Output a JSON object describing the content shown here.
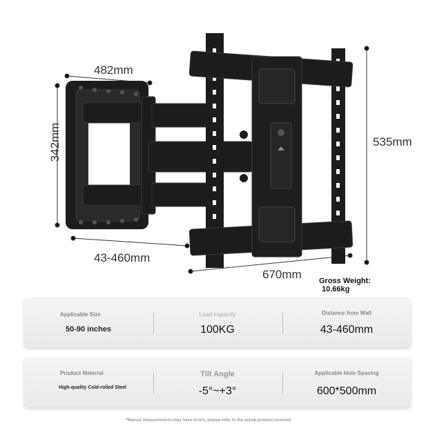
{
  "dimensions": {
    "width_top": "482mm",
    "height_left": "342mm",
    "height_right": "535mm",
    "extension": "43-460mm",
    "width_bottom": "670mm"
  },
  "gross_weight": {
    "label": "Gross Weight:",
    "value": "10.66kg"
  },
  "specs_row1": [
    {
      "label": "Applicable Size",
      "value": "50-90 inches"
    },
    {
      "label": "Load capacity",
      "value": "100KG"
    },
    {
      "label": "Distance from Wall",
      "value": "43-460mm"
    }
  ],
  "specs_row2": [
    {
      "label": "Product Material",
      "value": "High-quality Cold-rolled Steel"
    },
    {
      "label": "Tilt Angle",
      "value": "-5°~+3°"
    },
    {
      "label": "Applicable Hole Spacing",
      "value": "600*500mm"
    }
  ],
  "footnote": "*Manual measurements may have errors, please refer to the actual product received",
  "colors": {
    "metal": "#1c1c1c",
    "metal_edge": "#3a3a3a",
    "card": "#eeeeee"
  }
}
